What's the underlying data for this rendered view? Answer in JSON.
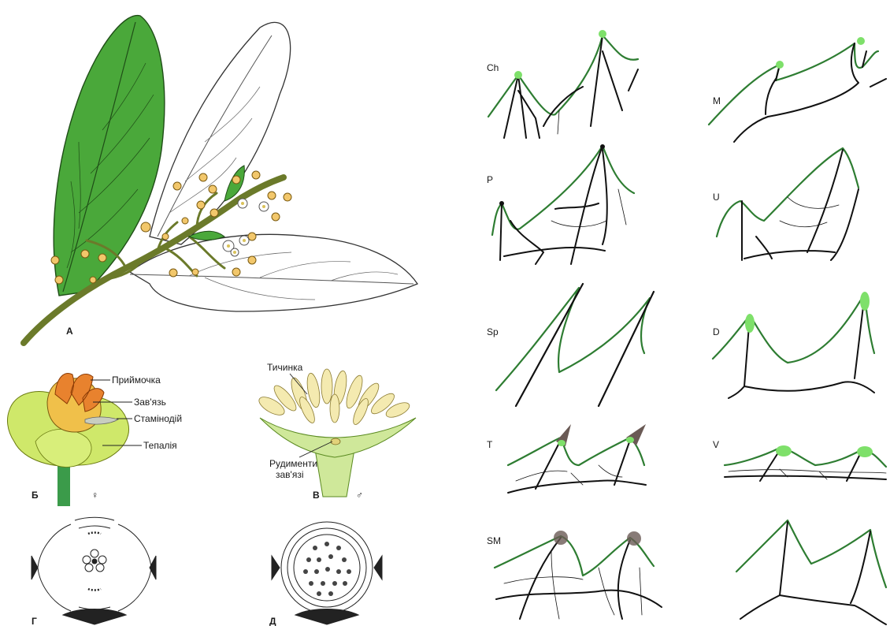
{
  "colors": {
    "leaf_green": "#4aa83a",
    "leaf_dark": "#2f6b25",
    "stem": "#6b7a2a",
    "flower_yellow": "#f2c76b",
    "tepal_green": "#cfe86a",
    "stigma_orange": "#e8822e",
    "stamen_cream": "#f4eab0",
    "margin_green": "#2e7d32",
    "tooth_gland": "#7ee06a",
    "tooth_dark": "#6a5a55"
  },
  "panels": {
    "a": "А",
    "b": "Б",
    "v": "В",
    "g": "Г",
    "d": "Д"
  },
  "sex_symbols": {
    "female": "♀",
    "male": "♂"
  },
  "female_flower_labels": {
    "stigma": "Приймочка",
    "ovary": "Зав'язь",
    "staminode": "Стамінодій",
    "tepal": "Тепалія"
  },
  "male_flower_labels": {
    "stamen": "Тичинка",
    "ovary_rudiment_1": "Рудименти",
    "ovary_rudiment_2": "зав'язі"
  },
  "tooth_types": [
    "Ch",
    "M",
    "P",
    "U",
    "Sp",
    "D",
    "T",
    "V",
    "SM"
  ]
}
